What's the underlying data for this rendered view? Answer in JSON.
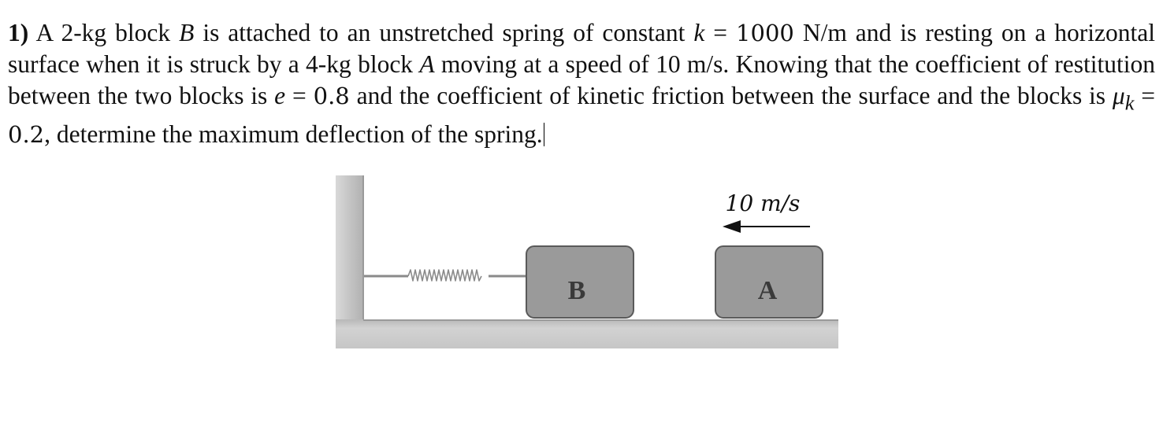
{
  "problem": {
    "number": "1)",
    "t1": " A 2-kg block ",
    "B": "B",
    "t2": " is attached to an unstretched spring of constant ",
    "k": "k",
    "eq1": " = ",
    "k_val": "1000",
    "t3": " N/m and is resting on a horizontal surface when it is struck by a 4-kg block ",
    "A": "A",
    "t4": " moving at a speed of 10 m/s. Knowing that the coefficient of restitution between the two blocks is ",
    "e": "e",
    "eq2": " = ",
    "e_val": "0.8",
    "t5": " and the coefficient of kinetic friction between the surface and the blocks is ",
    "mu": "μ",
    "mu_sub": "k",
    "eq3": " = ",
    "mu_val": "0.2",
    "t6": ", determine the maximum deflection of the spring."
  },
  "figure": {
    "velocity_label": "10 m/s",
    "block_b_label": "B",
    "block_a_label": "A",
    "colors": {
      "block_fill": "#9a9a9a",
      "block_stroke": "#5a5a5a",
      "ground": "#c8c8c8",
      "wall": "#cccccc",
      "spring": "#8a8a8a"
    }
  }
}
